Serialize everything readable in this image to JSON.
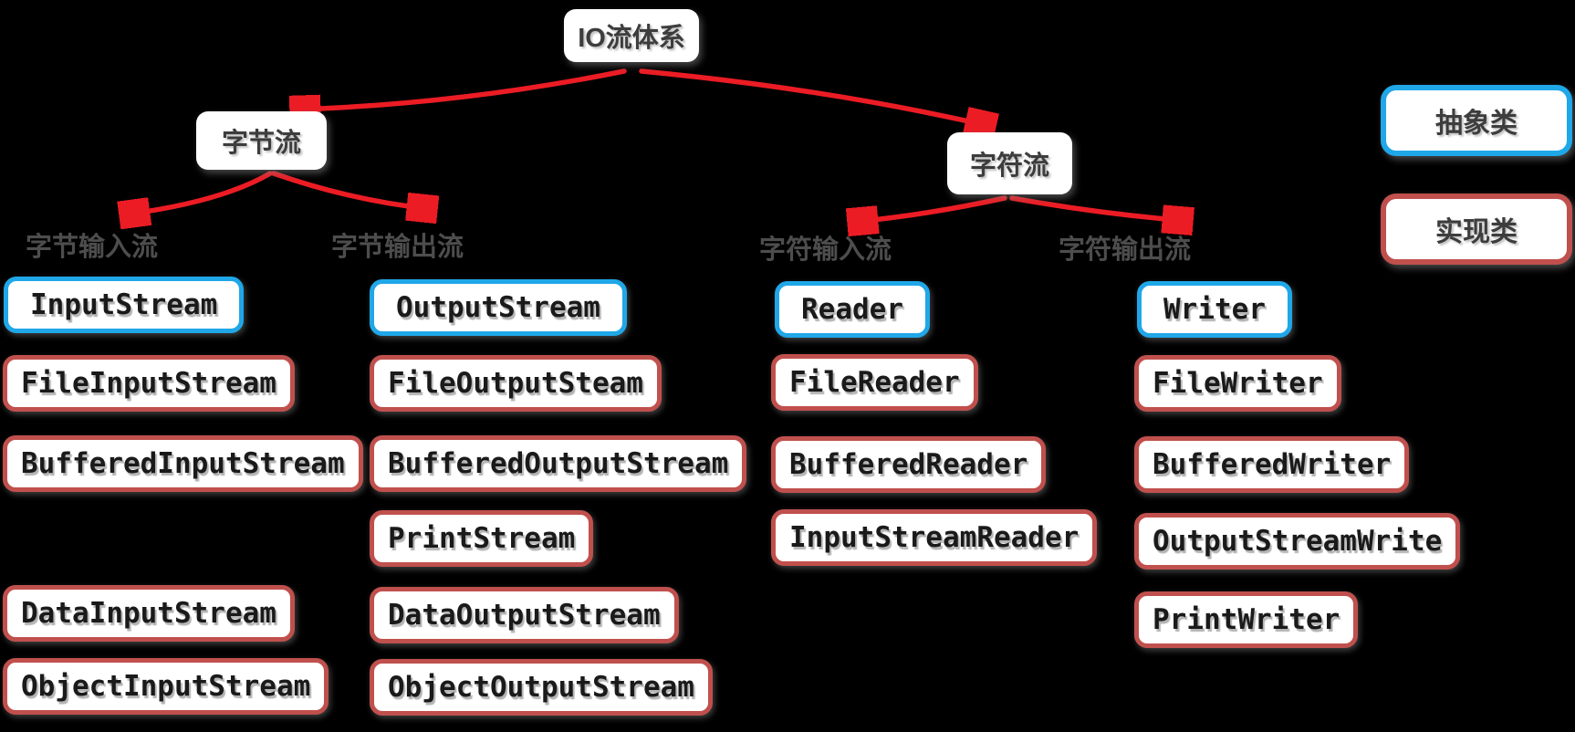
{
  "diagram": {
    "root": {
      "label": "IO流体系"
    },
    "level2": [
      {
        "label": "字节流"
      },
      {
        "label": "字符流"
      }
    ],
    "groups": [
      {
        "label": "字节输入流",
        "classes": [
          {
            "name": "InputStream",
            "type": "abstract"
          },
          {
            "name": "FileInputStream",
            "type": "implementation"
          },
          {
            "name": "BufferedInputStream",
            "type": "implementation"
          },
          {
            "name": "DataInputStream",
            "type": "implementation"
          },
          {
            "name": "ObjectInputStream",
            "type": "implementation"
          }
        ]
      },
      {
        "label": "字节输出流",
        "classes": [
          {
            "name": "OutputStream",
            "type": "abstract"
          },
          {
            "name": "FileOutputSteam",
            "type": "implementation"
          },
          {
            "name": "BufferedOutputStream",
            "type": "implementation"
          },
          {
            "name": "PrintStream",
            "type": "implementation"
          },
          {
            "name": "DataOutputStream",
            "type": "implementation"
          },
          {
            "name": "ObjectOutputStream",
            "type": "implementation"
          }
        ]
      },
      {
        "label": "字符输入流",
        "classes": [
          {
            "name": "Reader",
            "type": "abstract"
          },
          {
            "name": "FileReader",
            "type": "implementation"
          },
          {
            "name": "BufferedReader",
            "type": "implementation"
          },
          {
            "name": "InputStreamReader",
            "type": "implementation"
          }
        ]
      },
      {
        "label": "字符输出流",
        "classes": [
          {
            "name": "Writer",
            "type": "abstract"
          },
          {
            "name": "FileWriter",
            "type": "implementation"
          },
          {
            "name": "BufferedWriter",
            "type": "implementation"
          },
          {
            "name": "OutputStreamWrite",
            "type": "implementation"
          },
          {
            "name": "PrintWriter",
            "type": "implementation"
          }
        ]
      }
    ],
    "legend": [
      {
        "label": "抽象类",
        "type": "abstract"
      },
      {
        "label": "实现类",
        "type": "implementation"
      }
    ],
    "colors": {
      "background": "#000000",
      "box_fill": "#ffffff",
      "abstract_border": "#1fa7e8",
      "implementation_border": "#c0504d",
      "arrow": "#ec1c24",
      "node_text": "#3d3d3d",
      "class_text": "#1a1a1a",
      "group_label_text": "#4d4d4d"
    }
  }
}
